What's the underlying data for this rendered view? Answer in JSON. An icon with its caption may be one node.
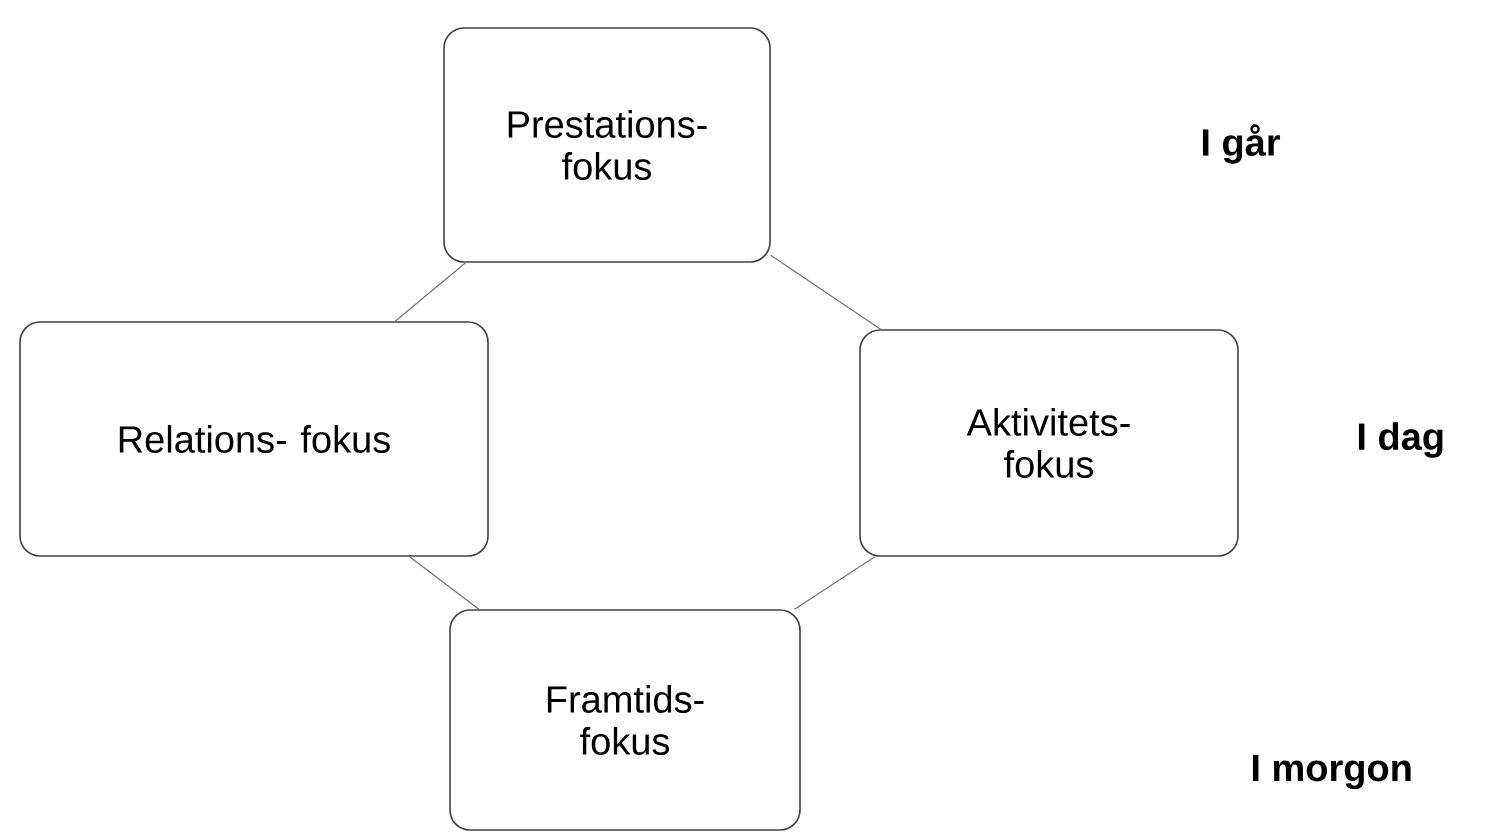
{
  "diagram": {
    "nodes": [
      {
        "text": [
          "Prestations- fokus"
        ]
      },
      {
        "text": [
          "Relations- fokus"
        ]
      },
      {
        "text": [
          "Aktivitets- fokus"
        ]
      },
      {
        "text": [
          "Framtids- fokus"
        ]
      }
    ],
    "edges": [
      {
        "from": 0,
        "to": 1,
        "arrow": "none"
      },
      {
        "from": 0,
        "to": 2,
        "arrow": "none"
      },
      {
        "from": 1,
        "to": 3,
        "arrow": "none"
      },
      {
        "from": 2,
        "to": 3,
        "arrow": "none"
      }
    ],
    "labels": [
      "I går",
      "I dag",
      "I morgon"
    ]
  }
}
